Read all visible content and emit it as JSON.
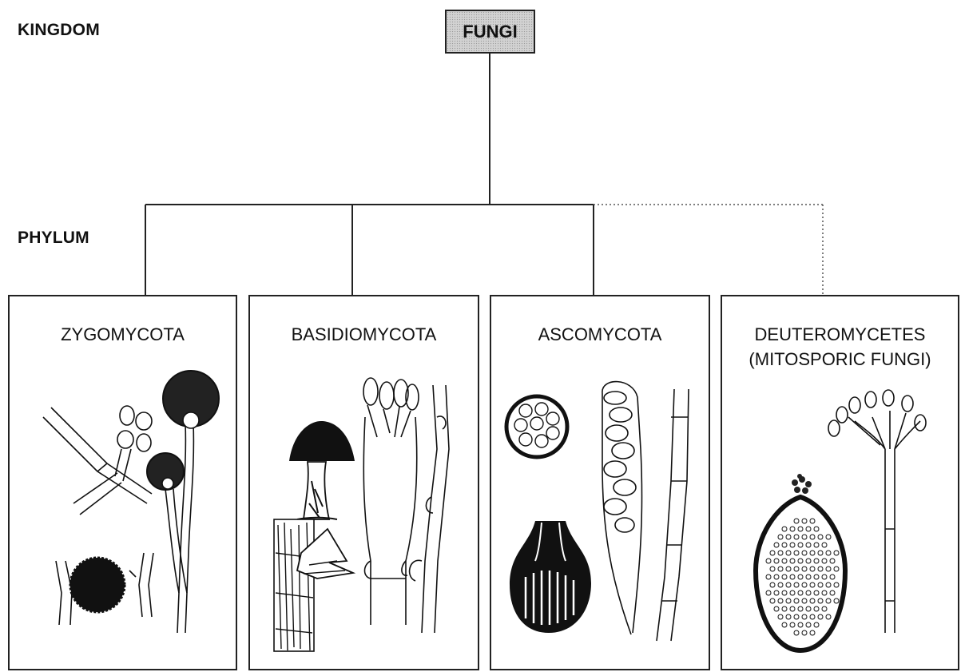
{
  "ranks": {
    "kingdom": "KINGDOM",
    "phylum": "PHYLUM"
  },
  "root": {
    "label": "FUNGI"
  },
  "phyla": [
    {
      "name": "ZYGOMYCOTA",
      "subtitle": ""
    },
    {
      "name": "BASIDIOMYCOTA",
      "subtitle": ""
    },
    {
      "name": "ASCOMYCOTA",
      "subtitle": ""
    },
    {
      "name": "DEUTEROMYCETES",
      "subtitle": "(MITOSPORIC FUNGI)"
    }
  ],
  "colors": {
    "line": "#222222",
    "box_fill": "#d2d2d2",
    "ink": "#111111"
  }
}
